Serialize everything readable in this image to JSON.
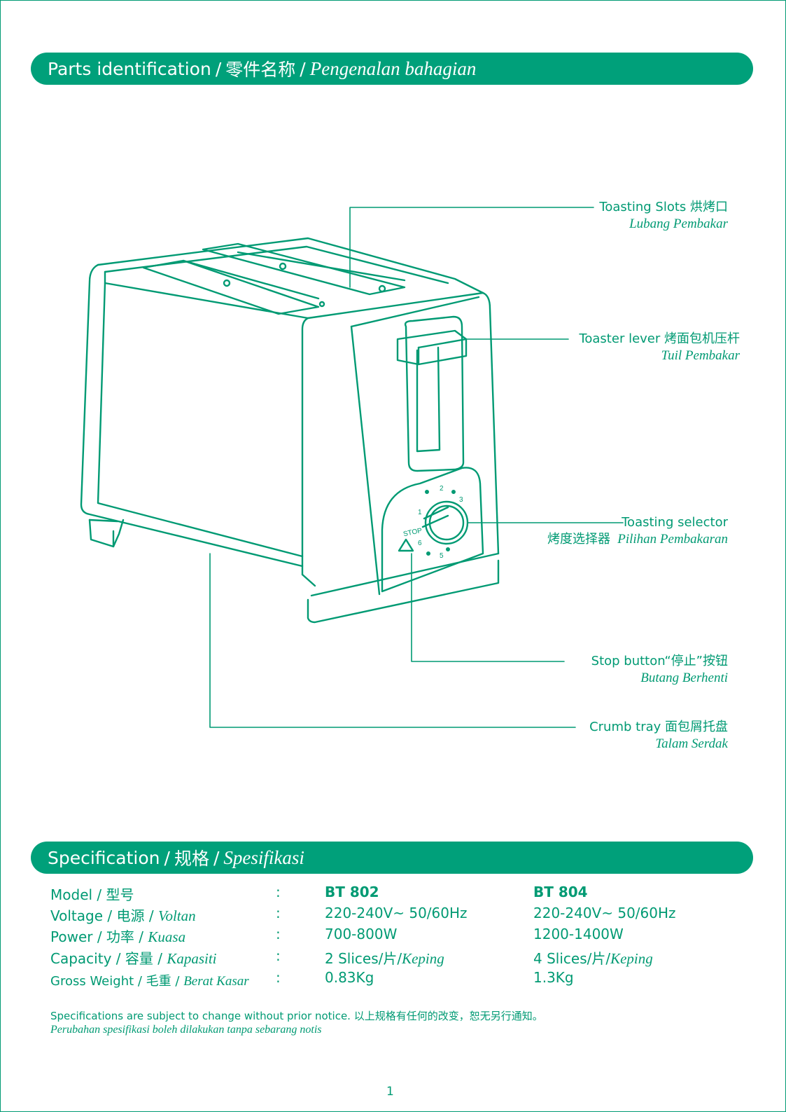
{
  "parts_header": {
    "en": "Parts identification",
    "sep1": "/",
    "zh": "零件名称",
    "sep2": "/",
    "ms": "Pengenalan bahagian"
  },
  "callouts": {
    "toasting_slots": {
      "line1": "Toasting Slots 烘烤口",
      "line2": "Lubang Pembakar"
    },
    "toaster_lever": {
      "line1": "Toaster lever 烤面包机压杆",
      "line2": "Tuil Pembakar"
    },
    "toasting_selector": {
      "line1": "Toasting selector",
      "line2_zh": "烤度选择器",
      "line2_ms": "Pilihan Pembakaran"
    },
    "stop_button": {
      "line1": "Stop button“停止”按钮",
      "line2": "Butang Berhenti"
    },
    "crumb_tray": {
      "line1": "Crumb tray 面包屑托盘",
      "line2": "Talam Serdak"
    }
  },
  "dial": {
    "stop_label": "STOP",
    "numbers": [
      "1",
      "2",
      "3",
      "6",
      "5"
    ]
  },
  "spec_header": {
    "en": "Specification",
    "sep1": "/",
    "zh": "规格",
    "sep2": "/",
    "ms": "Spesifikasi"
  },
  "specs": [
    {
      "label": "Model / 型号",
      "label_ms": "",
      "colon": ":",
      "v1": "BT 802",
      "v1_it": "",
      "v2": "BT 804",
      "v2_it": "",
      "bold": true
    },
    {
      "label": "Voltage / 电源 /",
      "label_ms": "Voltan",
      "colon": ":",
      "v1": "220-240V~ 50/60Hz",
      "v1_it": "",
      "v2": "220-240V~ 50/60Hz",
      "v2_it": "",
      "bold": false
    },
    {
      "label": "Power / 功率 /",
      "label_ms": "Kuasa",
      "colon": ":",
      "v1": "700-800W",
      "v1_it": "",
      "v2": "1200-1400W",
      "v2_it": "",
      "bold": false
    },
    {
      "label": "Capacity / 容量 /",
      "label_ms": "Kapasiti",
      "colon": ":",
      "v1": "2 Slices/片/",
      "v1_it": "Keping",
      "v2": "4 Slices/片/",
      "v2_it": "Keping",
      "bold": false
    },
    {
      "label": "Gross Weight / 毛重 /",
      "label_ms": "Berat Kasar",
      "colon": ":",
      "v1": "0.83Kg",
      "v1_it": "",
      "v2": "1.3Kg",
      "v2_it": "",
      "bold": false
    }
  ],
  "notice": {
    "line1": "Specifications are subject to change without prior notice. 以上规格有任何的改变，恕无另行通知。",
    "line2": "Perubahan spesifikasi boleh dilakukan tanpa sebarang notis"
  },
  "page_number": "1",
  "colors": {
    "brand_green": "#00a07a",
    "line_green": "#009a73"
  }
}
